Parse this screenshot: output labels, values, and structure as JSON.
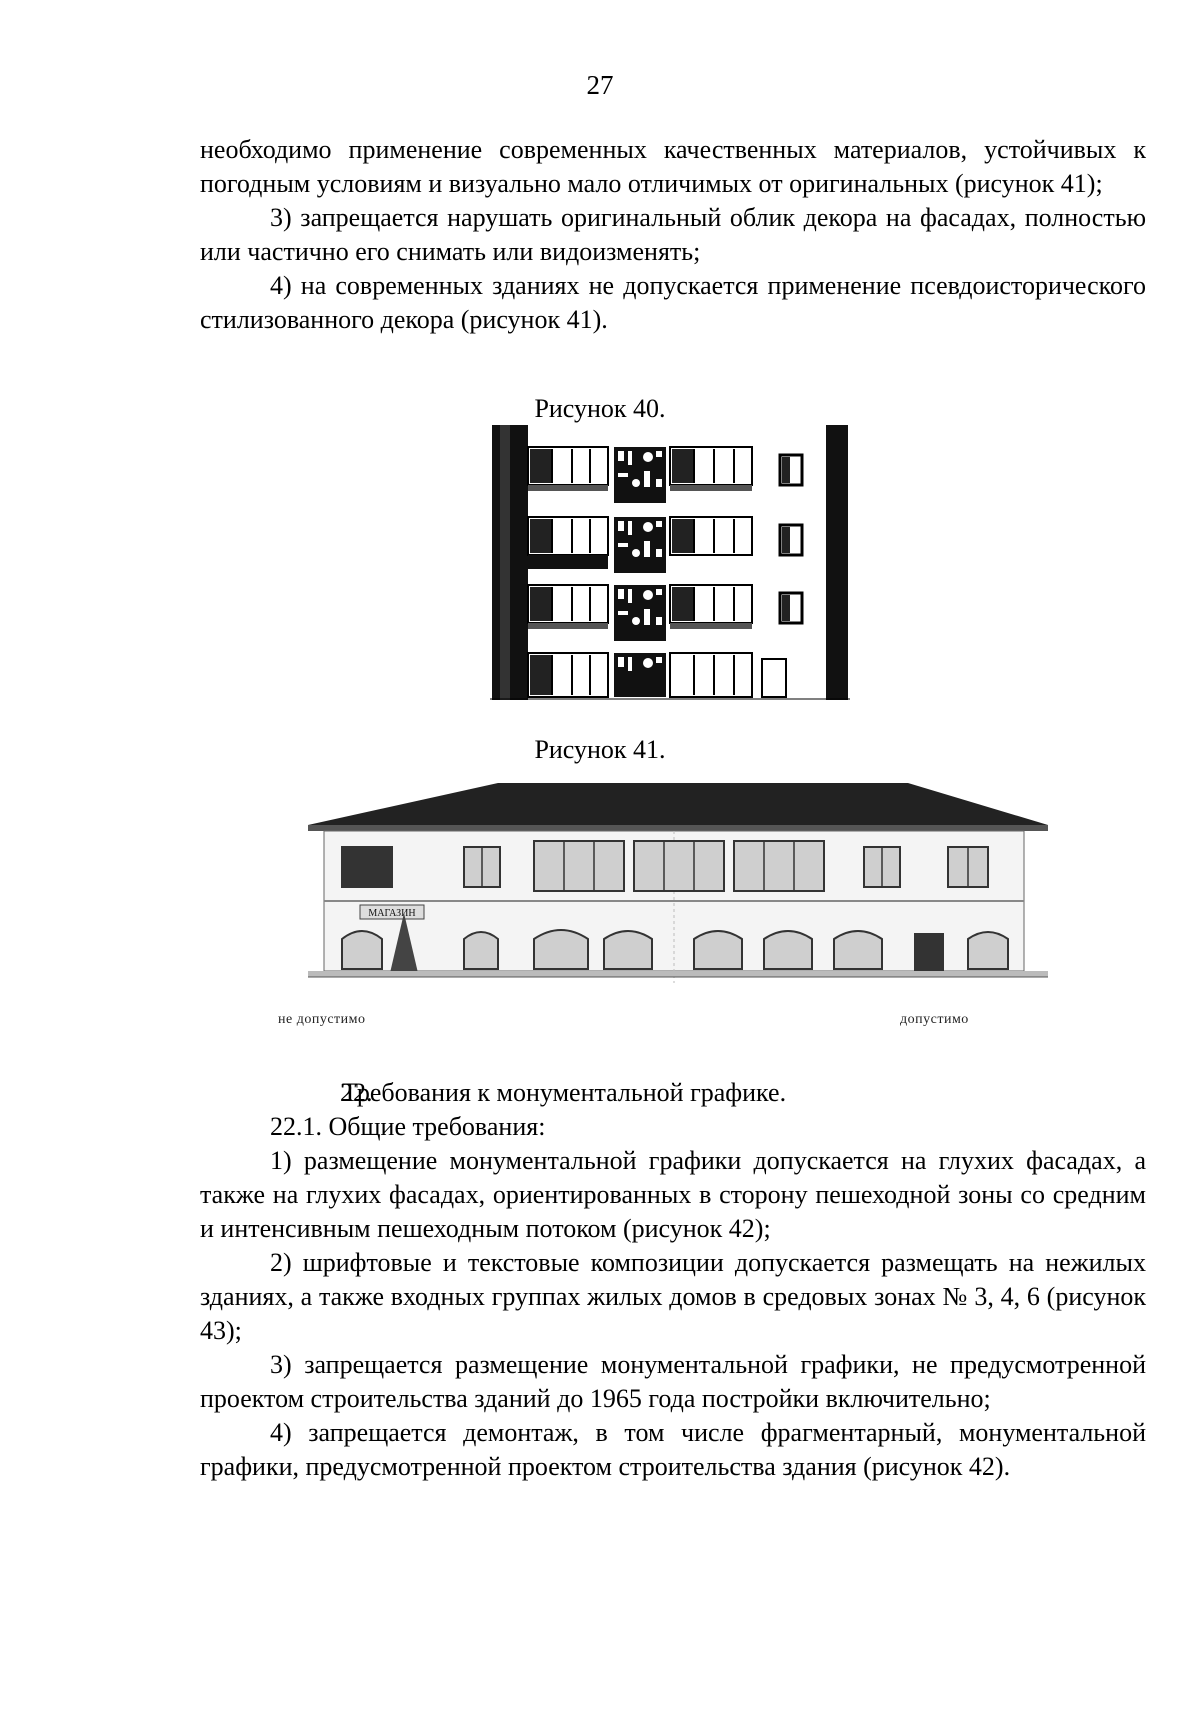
{
  "page_number": "27",
  "top_paragraphs": [
    "необходимо применение современных качественных материалов, устойчивых к погодным условиям и визуально мало отличимых от оригинальных (рисунок 41);",
    "3) запрещается нарушать оригинальный облик декора на фасадах, полностью или частично его снимать или видоизменять;",
    "4) на современных зданиях не допускается применение псевдоисторического стилизованного декора (рисунок 41)."
  ],
  "figure40": {
    "caption": "Рисунок 40."
  },
  "figure41": {
    "caption": "Рисунок 41.",
    "sign_text": "МАГАЗИН",
    "label_left": "не допустимо",
    "label_right": "допустимо"
  },
  "section": {
    "number": "22.",
    "title": "Требования к монументальной графике.",
    "subtitle": "22.1. Общие требования:",
    "items": [
      "1) размещение монументальной графики допускается на глухих фасадах, а также на глухих фасадах, ориентированных в сторону пешеходной зоны со средним и интенсивным пешеходным потоком (рисунок 42);",
      "2) шрифтовые и текстовые композиции допускается размещать на нежилых зданиях, а также входных группах жилых домов в средовых зонах № 3, 4, 6 (рисунок 43);",
      "3) запрещается размещение монументальной графики, не предусмотренной проектом строительства зданий до 1965 года постройки включительно;",
      "4) запрещается демонтаж, в том числе фрагментарный, монументальной графики, предусмотренной проектом строительства здания (рисунок 42)."
    ]
  }
}
